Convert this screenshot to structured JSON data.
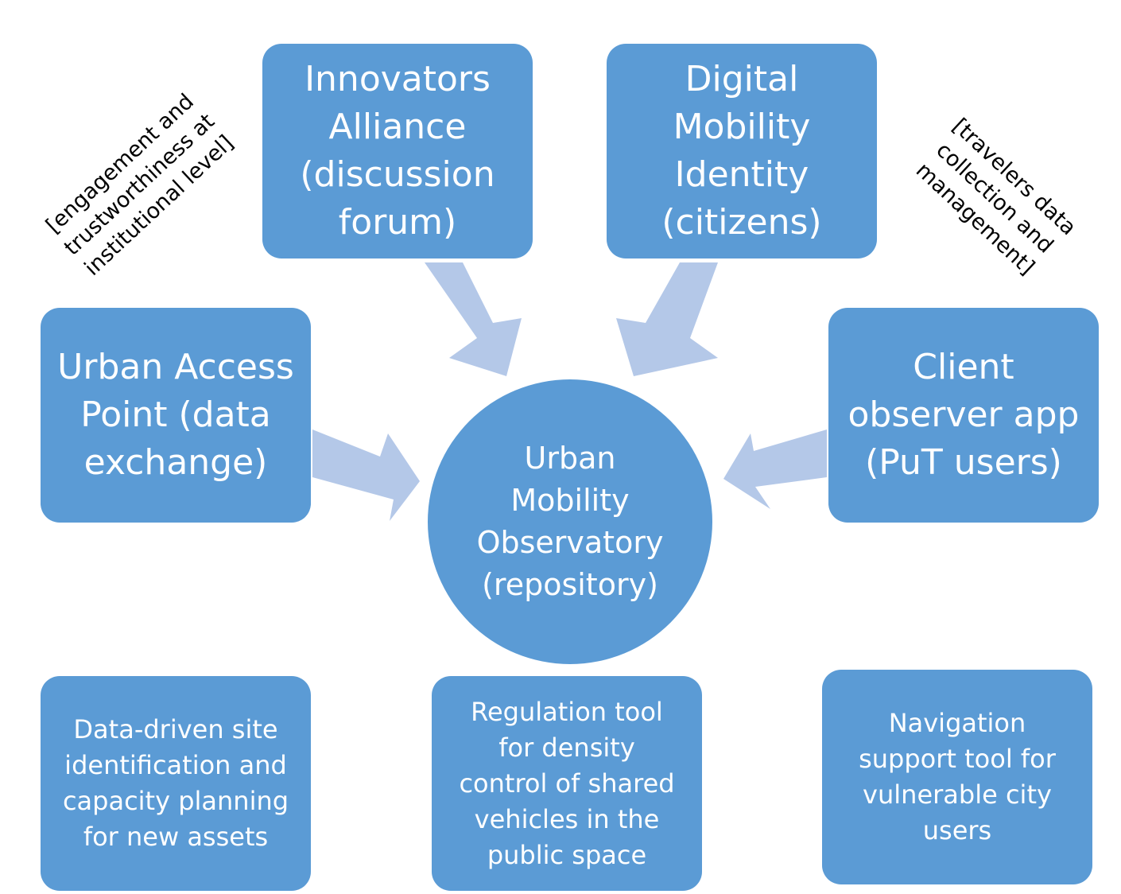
{
  "nodes": {
    "innovators_alliance": "Innovators\nAlliance\n(discussion\nforum)",
    "digital_mobility_identity": "Digital\nMobility\nIdentity\n(citizens)",
    "urban_access_point": "Urban Access\nPoint (data\nexchange)",
    "client_observer_app": "Client\nobserver app\n(PuT users)",
    "urban_mobility_observatory": "Urban\nMobility\nObservatory\n(repository)",
    "site_identification": "Data-driven site\nidentification and\ncapacity planning\nfor new assets",
    "regulation_tool": "Regulation tool\nfor density\ncontrol of shared\nvehicles in the\npublic space",
    "navigation_tool": "Navigation\nsupport tool for\nvulnerable city\nusers"
  },
  "notes": {
    "left": "[engagement and\ntrustworthiness at\ninstitutional level]",
    "right": "[travelers data\ncollection and\nmanagement]"
  },
  "colors": {
    "node": "#5b9bd5",
    "arrow": "#b4c8e8",
    "text": "#ffffff"
  }
}
